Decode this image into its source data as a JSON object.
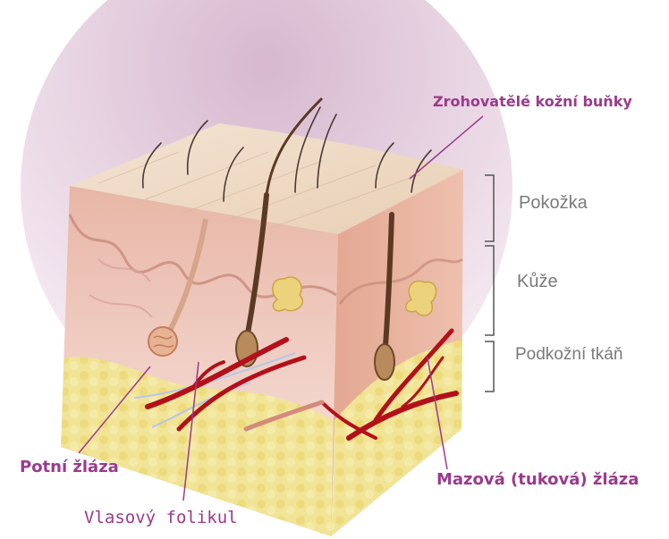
{
  "diagram": {
    "callouts": {
      "stratum_corneum": "Zrohovatělé kožní buňky",
      "sweat_gland": "Potní žláza",
      "hair_follicle": "Vlasový folikul",
      "sebaceous_gland": "Mazová (tuková) žláza"
    },
    "layers": {
      "epidermis": "Pokožka",
      "dermis": "Kůže",
      "subcutis": "Podkožní tkáň"
    },
    "colors": {
      "accent": "#9b3a8c",
      "layer_text": "#7a7a7a",
      "background_circle": "#e7d3e2",
      "surface": "#efdccb",
      "dermis": "#e6b6a3",
      "fat": "#efe08e",
      "blood_vessel": "#b3101a"
    }
  }
}
